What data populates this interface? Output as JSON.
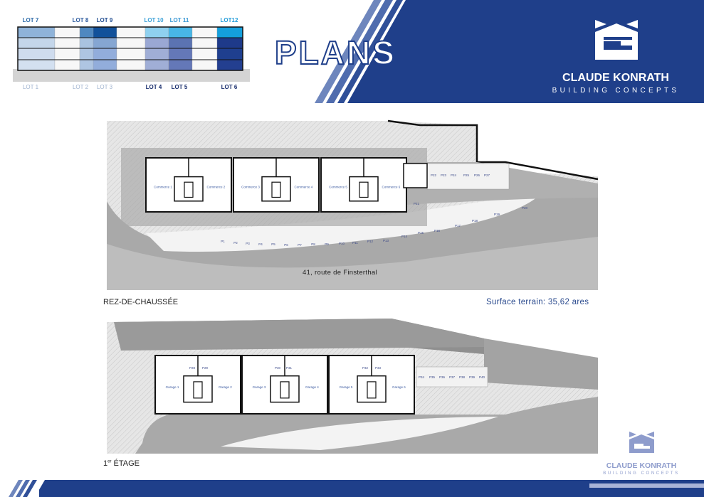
{
  "header": {
    "title": "PLANS",
    "brand": {
      "name": "CLAUDE KONRATH",
      "tagline": "BUILDING CONCEPTS"
    },
    "colors": {
      "primary": "#1f3f8a",
      "stripe_light": "#6e86bd",
      "text_blue": "#2a4a8e"
    }
  },
  "lot_diagram": {
    "top_lots": [
      "LOT 7",
      "LOT 8",
      "LOT 9",
      "LOT 10",
      "LOT 11",
      "LOT12"
    ],
    "bottom_lots": [
      "LOT 1",
      "LOT 2",
      "LOT 3",
      "LOT 4",
      "LOT 5",
      "LOT 6"
    ]
  },
  "ground_floor": {
    "title": "REZ-DE-CHAUSSÉE",
    "surface": "Surface terrain: 35,62 ares",
    "street": "41, route de Finsterthal",
    "units": [
      "Commerce 1",
      "Commerce 2",
      "Commerce 3",
      "Commerce 4",
      "Commerce 5",
      "Commerce 6"
    ],
    "parking": [
      "P1",
      "P2",
      "P3",
      "P4",
      "P5",
      "P6",
      "P7",
      "P8",
      "P9",
      "P10",
      "P11",
      "P12",
      "P13",
      "P14",
      "P15",
      "P16",
      "P17",
      "P18",
      "P19",
      "P20",
      "P21",
      "P22",
      "P23",
      "P24",
      "P25",
      "P26",
      "P27"
    ]
  },
  "first_floor": {
    "title_num": "1",
    "title_sup": "er",
    "title_text": " ÉTAGE",
    "units": [
      "Garage 1",
      "Garage 2",
      "Garage 3",
      "Garage 4",
      "Garage 5",
      "Garage 6"
    ],
    "parking": [
      "P28",
      "P29",
      "P30",
      "P31",
      "P32",
      "P33",
      "P34",
      "P35",
      "P36",
      "P37",
      "P38",
      "P39",
      "P40"
    ]
  },
  "footer_logo": {
    "name": "CLAUDE KONRATH",
    "tagline": "BUILDING CONCEPTS"
  }
}
